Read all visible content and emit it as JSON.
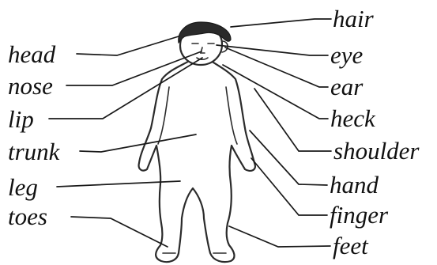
{
  "labels": {
    "left": [
      "head",
      "nose",
      "lip",
      "trunk",
      "leg",
      "toes"
    ],
    "right": [
      "hair",
      "eye",
      "ear",
      "heck",
      "shoulder",
      "hand",
      "finger",
      "feet"
    ]
  }
}
